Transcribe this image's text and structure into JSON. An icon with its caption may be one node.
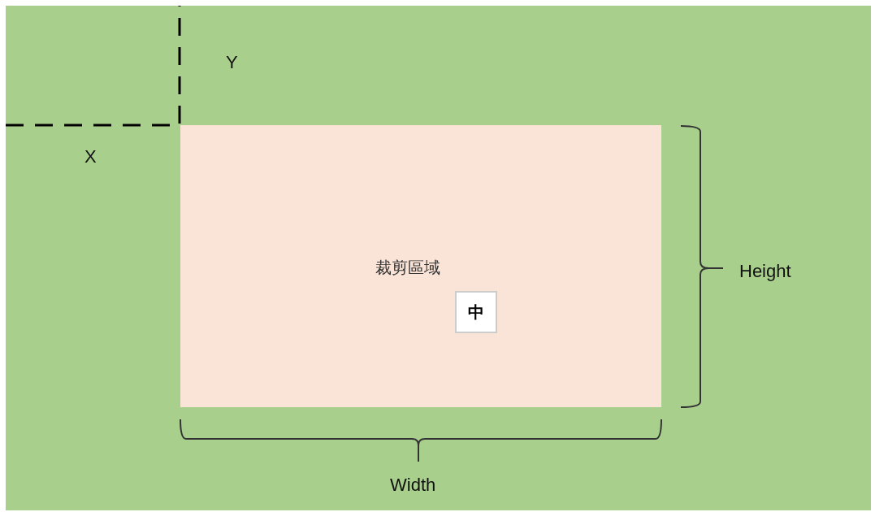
{
  "diagram": {
    "nodes": [
      {
        "text": [
          "裁剪區域"
        ]
      },
      {
        "text": [
          "中"
        ],
        "in": 0
      }
    ],
    "labels": [
      "Y",
      "X",
      "Height",
      "Width"
    ]
  }
}
